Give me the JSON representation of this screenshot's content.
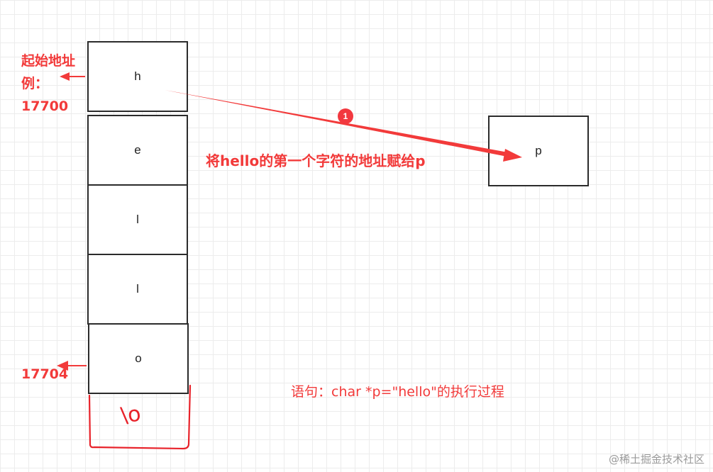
{
  "memory_cells": [
    {
      "char": "h"
    },
    {
      "char": "e"
    },
    {
      "char": "l"
    },
    {
      "char": "l"
    },
    {
      "char": "o"
    }
  ],
  "null_terminator": "\\o",
  "pointer": {
    "label": "p"
  },
  "labels": {
    "start_address_lines": [
      "起始地址",
      "例：",
      "17700"
    ],
    "end_address": "17704",
    "assign_description": "将hello的第一个字符的地址赋给p",
    "statement": "语句：char *p=\"hello\"的执行过程",
    "step_number": "1"
  },
  "watermark": "@稀土掘金技术社区",
  "colors": {
    "annotation": "#f23a3a",
    "border": "#2b2b2b",
    "grid": "#ececec"
  }
}
